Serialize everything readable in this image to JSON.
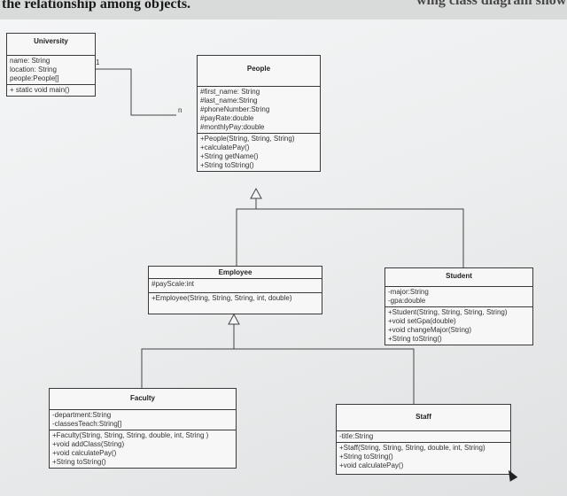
{
  "header": {
    "text": "the relationship among objects.",
    "fragment": "wing  class diagram show"
  },
  "classes": {
    "university": {
      "name": "University",
      "attributes": [
        "name: String",
        "location: String",
        "people:People[]"
      ],
      "operations": [
        "+ static void main()"
      ]
    },
    "people": {
      "name": "People",
      "attributes": [
        "#first_name: String",
        "#last_name:String",
        "#phoneNumber:String",
        "#payRate:double",
        "#monthlyPay:double"
      ],
      "operations": [
        "+People(String, String, String)",
        "+calculatePay()",
        "+String getName()",
        "+String toString()"
      ]
    },
    "employee": {
      "name": "Employee",
      "attributes": [
        "#payScale:int"
      ],
      "operations": [
        "+Employee(String, String, String, int, double)"
      ]
    },
    "student": {
      "name": "Student",
      "attributes": [
        "-major:String",
        "-gpa:double"
      ],
      "operations": [
        "+Student(String, String, String, String)",
        "+void setGpa(double)",
        "+void changeMajor(String)",
        "+String toString()"
      ]
    },
    "faculty": {
      "name": "Faculty",
      "attributes": [
        "-department:String",
        "-classesTeach:String[]"
      ],
      "operations": [
        "+Faculty(String, String, String, double, int, String )",
        "+void addClass(String)",
        "+void calculatePay()",
        "+String toString()"
      ]
    },
    "staff": {
      "name": "Staff",
      "attributes": [
        "-title:String"
      ],
      "operations": [
        "+Staff(String, String, String, double, int, String)",
        "+String toString()",
        "+void calculatePay()"
      ]
    }
  },
  "multiplicity": {
    "one": "1",
    "many": "n"
  }
}
